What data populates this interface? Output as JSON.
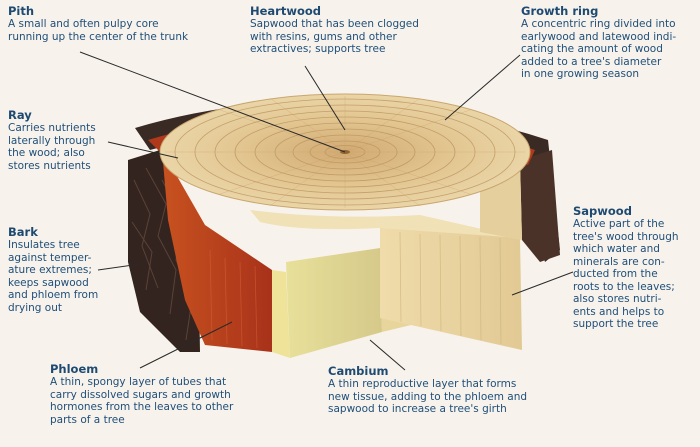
{
  "labels": {
    "pith": {
      "title": "Pith",
      "text": "A small and often pulpy core\nrunning up the center of the trunk"
    },
    "heartwood": {
      "title": "Heartwood",
      "text": "Sapwood that has been clogged\nwith resins, gums and other\nextractives; supports tree"
    },
    "growth_ring": {
      "title": "Growth ring",
      "text": "A concentric ring divided into\nearlywood and latewood indi-\ncating the amount of wood\nadded to a tree's diameter\nin one growing season"
    },
    "ray": {
      "title": "Ray",
      "text": "Carries nutrients\nlaterally through\nthe wood; also\nstores nutrients"
    },
    "bark": {
      "title": "Bark",
      "text": "Insulates tree\nagainst temper-\nature extremes;\nkeeps sapwood\nand phloem from\ndrying out"
    },
    "sapwood": {
      "title": "Sapwood",
      "text": "Active part of the\ntree's wood through\nwhich water and\nminerals are con-\nducted from the\nroots to the leaves;\nalso stores nutri-\nents and helps to\nsupport the tree"
    },
    "phloem": {
      "title": "Phloem",
      "text": "A thin, spongy layer of tubes that\ncarry dissolved sugars and growth\nhormones from the leaves to other\nparts of a tree"
    },
    "cambium": {
      "title": "Cambium",
      "text": "A thin reproductive layer that forms\nnew tissue, adding to the phloem and\nsapwood to increase a tree's girth"
    }
  },
  "colors": {
    "background": "#f7f3ec",
    "label_text": "#1f4e79",
    "bark": "#3a2a24",
    "phloem": "#b73d1b",
    "cambium": "#efe39a",
    "sapwood": "#e9d6a6",
    "heartwood": "#dfc08c",
    "leader_lines": "#2a2a2a"
  }
}
